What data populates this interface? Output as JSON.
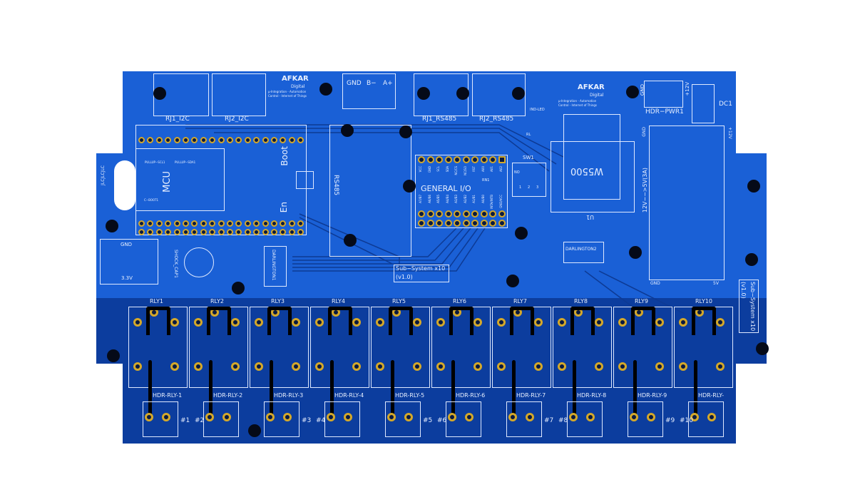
{
  "board": {
    "upper_color": "#1a60d6",
    "lower_color": "#0c3d9e",
    "silk_color": "#dfe9ff",
    "pad_color": "#d4a82a"
  },
  "logo": {
    "brand": "AFKAR",
    "sub": "Digital",
    "tagline1": "µ-Integration  -  Automation",
    "tagline2": "Control  -  Internet of Things"
  },
  "connectors": {
    "rj1_i2c": "RJ1_I2C",
    "rj2_i2c": "RJ2_I2C",
    "rj1_rs485": "RJ1_RS485",
    "rj2_rs485": "RJ2_RS485",
    "gnd": "GND",
    "b_minus": "B−",
    "a_plus": "A+",
    "ind_led": "IND-LED",
    "rl": "RL",
    "hdr_pwr": "HDR−PWR1",
    "pwr_gnd": "GND",
    "pwr_12v": "+12V",
    "dc1": "DC1",
    "rs485": "RS485"
  },
  "mcu": {
    "label": "MCU",
    "pullup_scl": "PULLUP−SCL1",
    "pullup_sda": "PULLUP−SDA1",
    "c_boot": "C−BOOT1",
    "boot": "Boot",
    "en": "En",
    "jlc": "JLCJLCJLC"
  },
  "power3v3": {
    "gnd": "GND",
    "v33": "3.3V",
    "shock_cap": "SHOCK_CAP1"
  },
  "gpio": {
    "title": "GENERAL I/O",
    "rn1": "RN1",
    "top_pins": [
      "VCC",
      "GND",
      "SCL",
      "SDA",
      "NC/CS",
      "NC/SO",
      "RST",
      "A00",
      "A01",
      "A02"
    ],
    "bottom_pins": [
      "A7/B7",
      "A6/B6",
      "A5/B5",
      "A4/B4",
      "A3/B3",
      "A2/B2",
      "A1/B1",
      "A0/B0",
      "INTA/INTB",
      "GND/VCC"
    ]
  },
  "sw1": {
    "label": "SW1",
    "no": "NO",
    "positions": [
      "1",
      "2",
      "3"
    ]
  },
  "eth": {
    "label": "W5500",
    "u1": "U1"
  },
  "darlington": {
    "d1": "DARLINGTON1",
    "d2": "DARLINGTON2"
  },
  "subsystem": {
    "line1": "Sub−System x10",
    "line2": "(v1.0)"
  },
  "buck": {
    "label": "12V−−>5V(3A)",
    "gnd_top": "GND",
    "v12": "+12V",
    "gnd_bottom": "GND",
    "v5": "5V"
  },
  "relays": [
    {
      "name": "RLY1",
      "header": "HDR-RLY-1",
      "num": "#1"
    },
    {
      "name": "RLY2",
      "header": "HDR-RLY-2",
      "num": "#2"
    },
    {
      "name": "RLY3",
      "header": "HDR-RLY-3",
      "num": "#3"
    },
    {
      "name": "RLY4",
      "header": "HDR-RLY-4",
      "num": "#4"
    },
    {
      "name": "RLY5",
      "header": "HDR-RLY-5",
      "num": "#5"
    },
    {
      "name": "RLY6",
      "header": "HDR-RLY-6",
      "num": "#6"
    },
    {
      "name": "RLY7",
      "header": "HDR-RLY-7",
      "num": "#7"
    },
    {
      "name": "RLY8",
      "header": "HDR-RLY-8",
      "num": "#8"
    },
    {
      "name": "RLY9",
      "header": "HDR-RLY-9",
      "num": "#9"
    },
    {
      "name": "RLY10",
      "header": "HDR-RLY-",
      "num": "#10"
    }
  ]
}
